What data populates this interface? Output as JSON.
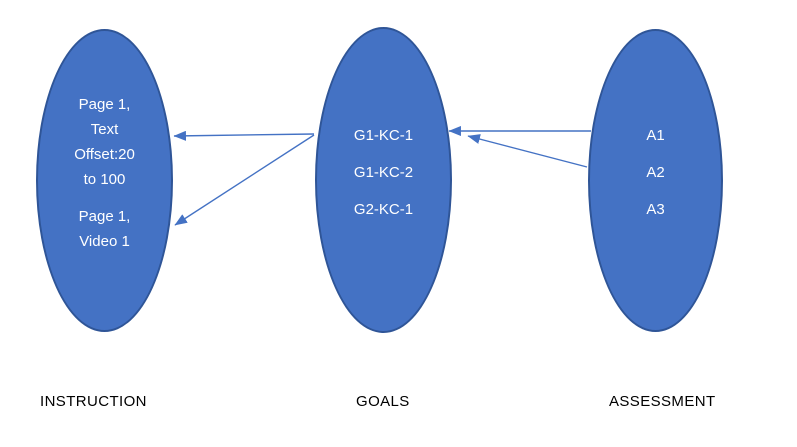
{
  "diagram": {
    "nodes": [
      {
        "id": "instruction",
        "label": "INSTRUCTION",
        "paragraphs": [
          [
            "Page 1,",
            "Text",
            "Offset:20",
            "to 100"
          ],
          [
            "Page 1,",
            "Video 1"
          ]
        ]
      },
      {
        "id": "goals",
        "label": "GOALS",
        "paragraphs": [
          [
            "G1-KC-1"
          ],
          [
            "G1-KC-2"
          ],
          [
            "G2-KC-1"
          ]
        ]
      },
      {
        "id": "assessment",
        "label": "ASSESSMENT",
        "paragraphs": [
          [
            "A1"
          ],
          [
            "A2"
          ],
          [
            "A3"
          ]
        ]
      }
    ],
    "edges": [
      {
        "from": "GOALS: G1-KC-1",
        "to": "INSTRUCTION: Page 1, Text Offset:20 to 100"
      },
      {
        "from": "GOALS: G1-KC-1",
        "to": "INSTRUCTION: Page 1, Video 1"
      },
      {
        "from": "ASSESSMENT: A1",
        "to": "GOALS: G1-KC-1"
      },
      {
        "from": "ASSESSMENT: A2",
        "to": "GOALS: G1-KC-1"
      }
    ],
    "colors": {
      "node_fill": "#4472C4",
      "node_border": "#2F5597",
      "arrow": "#4472C4",
      "node_text": "#FFFFFF",
      "label_text": "#000000"
    }
  }
}
